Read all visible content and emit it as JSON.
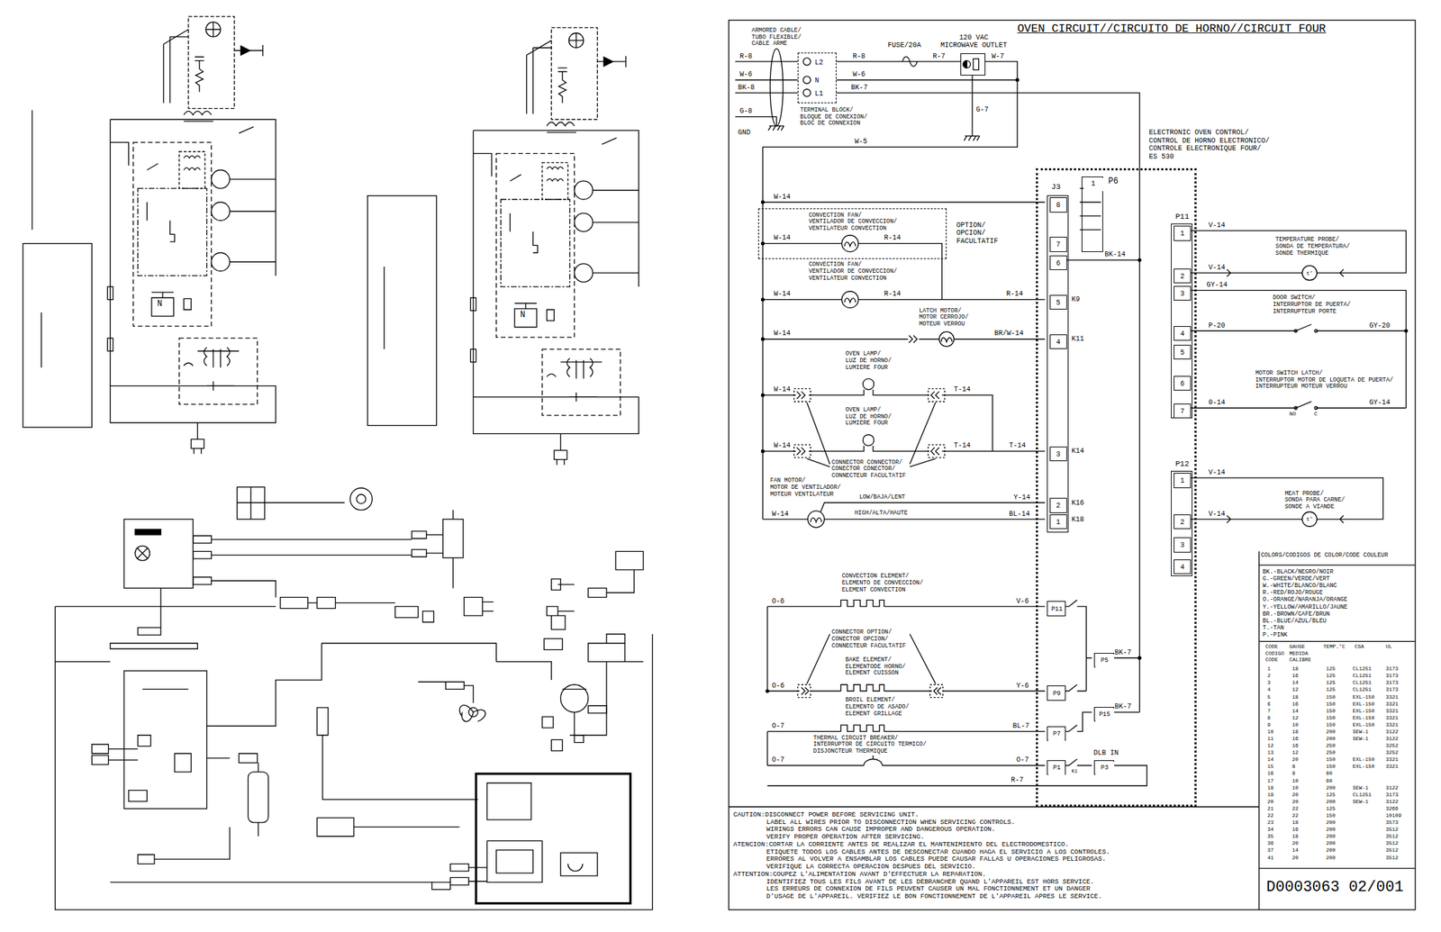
{
  "diagram": {
    "title": "OVEN CIRCUIT//CIRCUITO DE HORNO//CIRCUIT FOUR",
    "nodes": [
      {
        "text": [
          "L2",
          "N",
          "L1",
          "TERMINAL BLOCK/ BLOQUE DE CONEXION/ BLOC DE CONNEXION"
        ]
      },
      {
        "text": [
          "120 VAC MICROWAVE OUTLET"
        ]
      },
      {
        "text": [
          "ELECTRONIC OVEN CONTROL/ CONTROL DE HORNO ELECTRONICO/ CONTROLE ELECTRONIQUE FOUR/ ES 530"
        ]
      },
      {
        "text": [
          "J3",
          "8",
          "7",
          "6",
          "5",
          "4",
          "3",
          "2",
          "1"
        ],
        "in": 2
      },
      {
        "text": [
          "1",
          "P6"
        ],
        "in": 2
      },
      {
        "text": [
          "P11"
        ],
        "in": 2
      },
      {
        "text": [
          "P9"
        ],
        "in": 2
      },
      {
        "text": [
          "P7"
        ],
        "in": 2
      },
      {
        "text": [
          "P1"
        ],
        "in": 2
      },
      {
        "text": [
          "P5"
        ],
        "in": 2
      },
      {
        "text": [
          "P15"
        ],
        "in": 2
      },
      {
        "text": [
          "P3"
        ],
        "in": 2
      },
      {
        "text": [
          "P11",
          "1",
          "2",
          "3",
          "4",
          "5",
          "6",
          "7"
        ],
        "in": 2
      },
      {
        "text": [
          "P12",
          "1",
          "2",
          "3",
          "4"
        ],
        "in": 2
      },
      {
        "text": [
          "OPTION/ OPCION/ FACULTATIF"
        ]
      }
    ],
    "edges": [
      {
        "from": 0,
        "to": 1,
        "arrow": "none"
      },
      {
        "from": 1,
        "to": 0,
        "arrow": "none"
      },
      {
        "from": 0,
        "to": 2,
        "arrow": "none"
      }
    ],
    "labels": [
      "ARMORED CABLE/ TUBO FLEXIBLE/ CABLE ARMÉ",
      "R-8",
      "W-6",
      "BK-8",
      "G-8",
      "GND",
      "R-8",
      "R-7",
      "FUSE/20A",
      "W-7",
      "W-6",
      "BK-7",
      "G-7",
      "W-5",
      "W-14",
      "CONVECTION FAN/ VENTILADOR DE CONVECCION/ VENTILATEUR CONVECTION",
      "W-14",
      "R-14",
      "CONVECTION FAN/ VENTILADOR DE CONVECCION/ VENTILATEUR CONVECTION",
      "W-14",
      "R-14",
      "R-14",
      "LATCH MOTOR/ MOTOR CERROJO/ MOTEUR VERROU",
      "W-14",
      "BR/W-14",
      "OVEN LAMP/ LUZ DE HORNO/ LUMIERE FOUR",
      "W-14",
      "T-14",
      "OVEN LAMP/ LUZ DE HORNO/ LUMIERE FOUR",
      "W-14",
      "T-14",
      "T-14",
      "CONNECTOR CONNECTOR/ CONECTOR CONECTOR/ CONNECTEUR FACULTATIF",
      "FAN MOTOR/ MOTOR DE VENTILADOR/ MOTEUR VENTILATEUR",
      "LOW/BAJA/LENT",
      "Y-14",
      "HIGH/ALTA/HAUTE",
      "BL-14",
      "W-14",
      "CONVECTION ELEMENT/ ELEMENTO DE CONVECCION/ ELEMENT CONVECTION",
      "O-6",
      "V-6",
      "CONNECTOR OPTION/ CONECTOR OPCION/ CONNECTEUR FACULTATIF",
      "BAKE ELEMENT/ ELEMENTODE HORNO/ ELEMENT CUISSON",
      "O-6",
      "Y-6",
      "BROIL ELEMENT/ ELEMENTO DE ASADO/ ELEMENT GRILLAGE",
      "O-7",
      "BL-7",
      "THERMAL CIRCUIT BREAKER/ INTERRUPTOR DE CIRCUITO TERMICO/ DISJONCTEUR THERMIQUE",
      "O-7",
      "O-7",
      "R-7",
      "BK-14",
      "K9",
      "K11",
      "K14",
      "K16",
      "K18",
      "BK-7",
      "BK-7",
      "DLB IN",
      "K1",
      "V-14",
      "TEMPERATURE PROBE/ SONDA DE TEMPERATURA/ SONDE THERMIQUE",
      "t°",
      "V-14",
      "GY-14",
      "DOOR SWITCH/ INTERRUPTOR DE PUERTA/ INTERRUPTEUR PORTE",
      "P-20",
      "GY-20",
      "MOTOR SWITCH LATCH/ INTERRUPTOR MOTOR DE LOQUETA DE PUERTA/ INTERRUPTEUR MOTEUR VERROU",
      "0-14",
      "GY-14",
      "NO",
      "C",
      "V-14",
      "MEAT PROBE/ SONDA PARA CARNE/ SONDE A VIANDE",
      "t°",
      "V-14",
      "COLORS/CODIGOS DE COLOR/CODE COULEUR",
      "BK.-BLACK/NEGRO/NOIR",
      "G.-GREEN/VERDE/VERT",
      "W.-WHITE/BLANCO/BLANC",
      "R.-RED/ROJO/ROUGE",
      "O.-ORANGE/NARANJA/ORANGE",
      "Y.-YELLOW/AMARILLO/JAUNE",
      "BR.-BROWN/CAFE/BRUN",
      "BL.-BLUE/AZUL/BLEU",
      "T.-TAN",
      "P.-PINK",
      "CODE",
      "GAUGE",
      "TEMP.°C",
      "CSA",
      "UL",
      "CODIGO",
      "MEDIDA",
      "CODE",
      "CALIBRE",
      "1",
      "18",
      "125",
      "CL1251",
      "3173",
      "2",
      "16",
      "125",
      "CL1251",
      "3173",
      "3",
      "14",
      "125",
      "CL1251",
      "3173",
      "4",
      "12",
      "125",
      "CL1251",
      "3173",
      "5",
      "18",
      "150",
      "EXL-150",
      "3321",
      "6",
      "16",
      "150",
      "EXL-150",
      "3321",
      "7",
      "14",
      "150",
      "EXL-150",
      "3321",
      "8",
      "12",
      "150",
      "EXL-150",
      "3321",
      "9",
      "10",
      "150",
      "EXL-150",
      "3321",
      "10",
      "18",
      "200",
      "SEW-1",
      "3122",
      "11",
      "16",
      "200",
      "SEW-1",
      "3122",
      "12",
      "16",
      "250",
      "3252",
      "13",
      "12",
      "250",
      "3252",
      "14",
      "20",
      "150",
      "EXL-150",
      "3321",
      "15",
      "8",
      "150",
      "EXL-150",
      "3321",
      "16",
      "8",
      "60",
      "17",
      "10",
      "60",
      "18",
      "10",
      "200",
      "SEW-1",
      "3122",
      "19",
      "20",
      "125",
      "CL1251",
      "3173",
      "20",
      "20",
      "200",
      "SEW-1",
      "3122",
      "21",
      "22",
      "125",
      "3266",
      "22",
      "22",
      "150",
      "10109",
      "23",
      "18",
      "200",
      "3573",
      "34",
      "16",
      "200",
      "3512",
      "35",
      "18",
      "200",
      "3512",
      "36",
      "20",
      "200",
      "3512",
      "37",
      "14",
      "200",
      "3512",
      "41",
      "20",
      "200",
      "3512",
      "CAUTION:DISCONNECT POWER BEFORE SERVICING UNIT.",
      "LABEL ALL WIRES PRIOR TO DISCONNECTION WHEN SERVICING CONTROLS.",
      "WIRINGS ERRORS CAN CAUSE IMPROPER AND DANGEROUS OPERATION.",
      "VERIFY PROPER OPERATION AFTER SERVICING.",
      "ATENCION:CORTAR LA CORRIENTE ANTES DE REALIZAR EL MANTENIMIENTO DEL ELECTRODOMESTICO.",
      "ETIQUETE TODOS LOS CABLES ANTES DE DESCONECTAR CUANDO HAGA EL SERVICIO A LOS CONTROLES.",
      "ERRORES AL VOLVER A ENSAMBLAR LOS CABLES PUEDE CAUSAR FALLAS U OPERACIONES PELIGROSAS.",
      "VERIFIQUE LA CORRECTA OPERACION DESPUES DEL SERVICIO.",
      "ATTENTION:COUPEZ L'ALIMENTATION AVANT D'EFFECTUER LA REPARATION.",
      "IDENTIFIEZ TOUS LES FILS AVANT DE LES DÉBRANCHER QUAND L'APPAREIL EST HORS SERVICE.",
      "LES ERREURS DE CONNEXION DE FILS PEUVENT CAUSER UN MAL FONCTIONNEMENT ET UN DANGER",
      "D'USAGE DE L'APPAREIL. VERIFIEZ LE BON FONCTIONNEMENT DE L'APPAREIL APRES LE SERVICE.",
      "D0003063 02/001",
      "N",
      "N"
    ]
  }
}
